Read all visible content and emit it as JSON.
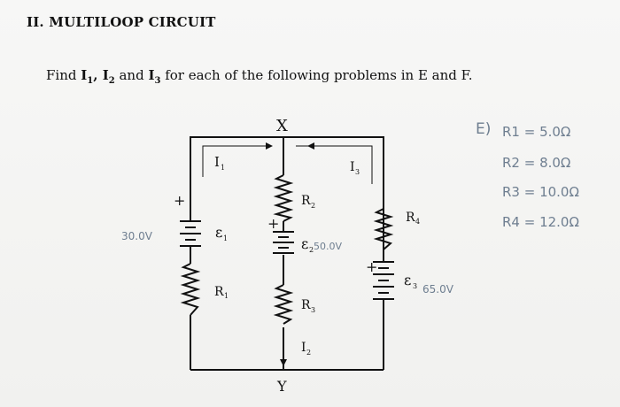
{
  "heading": "II. MULTILOOP CIRCUIT",
  "prompt": {
    "lead": "Find ",
    "i1": "I",
    "i1_sub": "1",
    "sep1": ", ",
    "i2": "I",
    "i2_sub": "2",
    "mid": " and ",
    "i3": "I",
    "i3_sub": "3",
    "tail": " for each of the following problems in E and F."
  },
  "circuit": {
    "node_top": "X",
    "node_bottom": "Y",
    "left_branch": {
      "current": "I",
      "current_sub": "1",
      "plus": "+",
      "emf_label": "ε",
      "emf_sub": "1",
      "emf_value": "30.0V",
      "resistor": "R",
      "resistor_sub": "1"
    },
    "middle_branch": {
      "resistor_top": "R",
      "resistor_top_sub": "2",
      "plus": "+",
      "emf_label": "ε",
      "emf_sub": "2",
      "emf_value": "50.0V",
      "resistor_bottom": "R",
      "resistor_bottom_sub": "3",
      "current": "I",
      "current_sub": "2"
    },
    "right_branch": {
      "current": "I",
      "current_sub": "3",
      "resistor": "R",
      "resistor_sub": "4",
      "plus": "+",
      "emf_label": "ε",
      "emf_sub": "3",
      "emf_value": "65.0V"
    }
  },
  "values": {
    "header": "E)",
    "items": [
      "R1 = 5.0Ω",
      "R2 = 8.0Ω",
      "R3 = 10.0Ω",
      "R4 = 12.0Ω"
    ]
  }
}
